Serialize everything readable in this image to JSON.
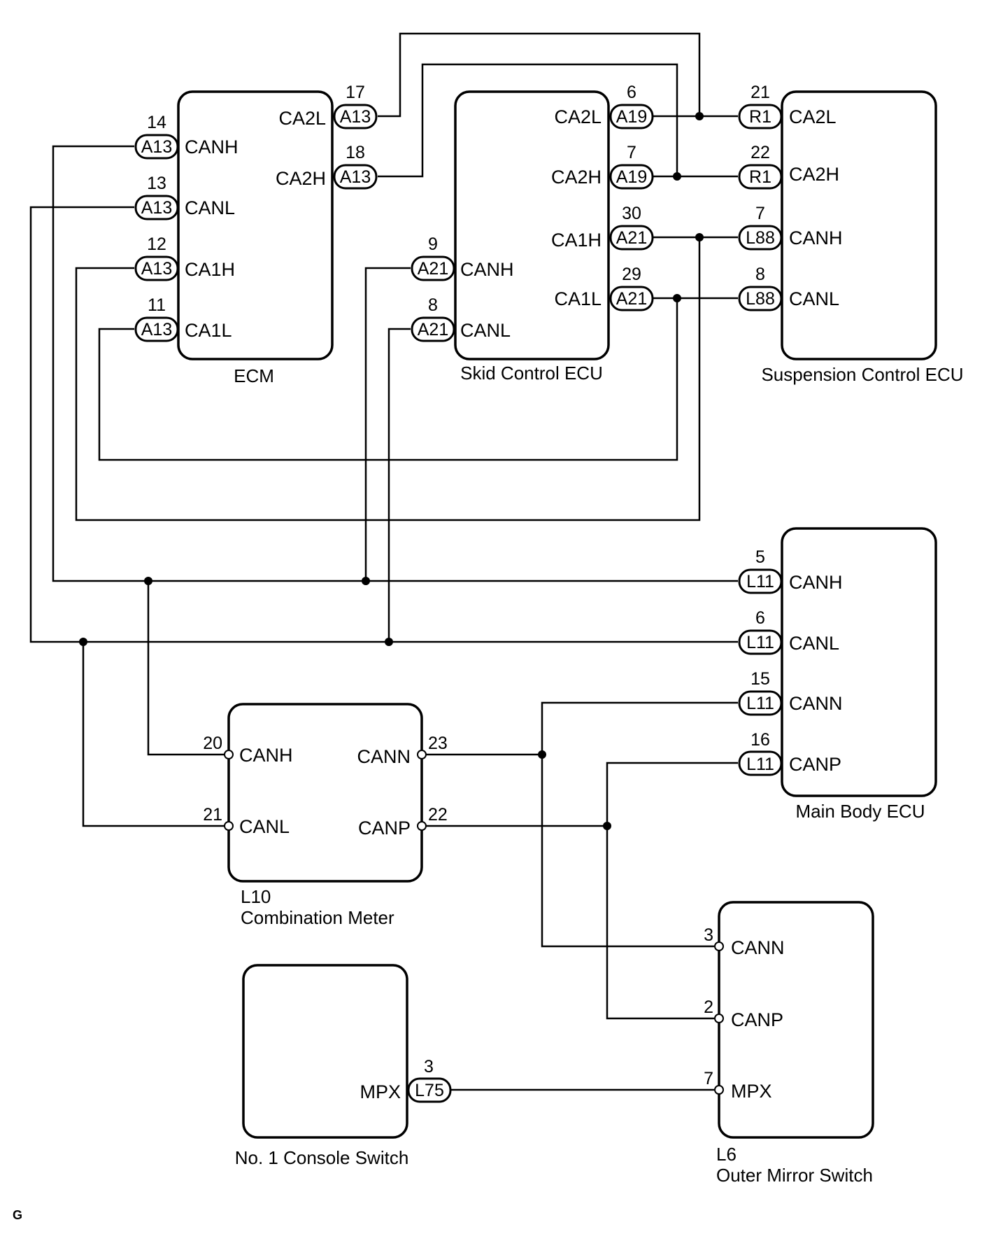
{
  "components": {
    "ecm": {
      "name": "ECM",
      "pins": [
        {
          "no": "14",
          "conn": "A13",
          "sig": "CANH"
        },
        {
          "no": "13",
          "conn": "A13",
          "sig": "CANL"
        },
        {
          "no": "12",
          "conn": "A13",
          "sig": "CA1H"
        },
        {
          "no": "11",
          "conn": "A13",
          "sig": "CA1L"
        },
        {
          "no": "17",
          "conn": "A13",
          "sig": "CA2L"
        },
        {
          "no": "18",
          "conn": "A13",
          "sig": "CA2H"
        }
      ]
    },
    "skid": {
      "name": "Skid Control ECU",
      "pins": [
        {
          "no": "9",
          "conn": "A21",
          "sig": "CANH"
        },
        {
          "no": "8",
          "conn": "A21",
          "sig": "CANL"
        },
        {
          "no": "6",
          "conn": "A19",
          "sig": "CA2L"
        },
        {
          "no": "7",
          "conn": "A19",
          "sig": "CA2H"
        },
        {
          "no": "30",
          "conn": "A21",
          "sig": "CA1H"
        },
        {
          "no": "29",
          "conn": "A21",
          "sig": "CA1L"
        }
      ]
    },
    "suspension": {
      "name": "Suspension Control ECU",
      "pins": [
        {
          "no": "21",
          "conn": "R1",
          "sig": "CA2L"
        },
        {
          "no": "22",
          "conn": "R1",
          "sig": "CA2H"
        },
        {
          "no": "7",
          "conn": "L88",
          "sig": "CANH"
        },
        {
          "no": "8",
          "conn": "L88",
          "sig": "CANL"
        }
      ]
    },
    "main_body": {
      "name": "Main Body ECU",
      "pins": [
        {
          "no": "5",
          "conn": "L11",
          "sig": "CANH"
        },
        {
          "no": "6",
          "conn": "L11",
          "sig": "CANL"
        },
        {
          "no": "15",
          "conn": "L11",
          "sig": "CANN"
        },
        {
          "no": "16",
          "conn": "L11",
          "sig": "CANP"
        }
      ]
    },
    "combination_meter": {
      "code": "L10",
      "name": "Combination Meter",
      "pins": [
        {
          "no": "20",
          "sig": "CANH"
        },
        {
          "no": "21",
          "sig": "CANL"
        },
        {
          "no": "23",
          "sig": "CANN"
        },
        {
          "no": "22",
          "sig": "CANP"
        }
      ]
    },
    "console_switch": {
      "name": "No. 1 Console Switch",
      "pins": [
        {
          "no": "3",
          "conn": "L75",
          "sig": "MPX"
        }
      ]
    },
    "outer_mirror": {
      "code": "L6",
      "name": "Outer Mirror Switch",
      "pins": [
        {
          "no": "3",
          "sig": "CANN"
        },
        {
          "no": "2",
          "sig": "CANP"
        },
        {
          "no": "7",
          "sig": "MPX"
        }
      ]
    }
  },
  "figure_code": "G"
}
